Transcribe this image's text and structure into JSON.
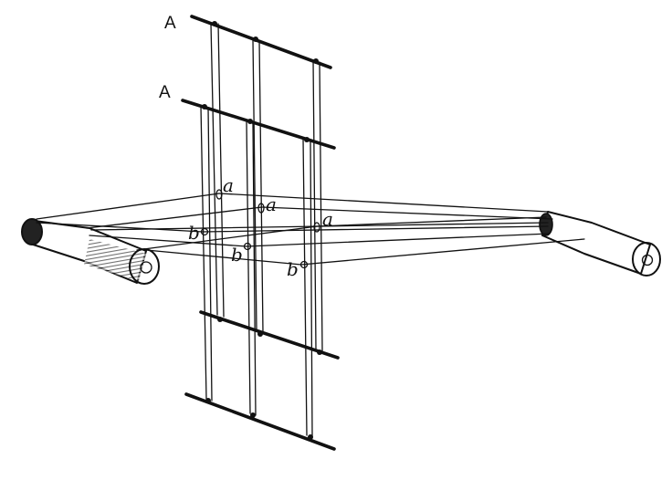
{
  "labels": {
    "harness_front": "A",
    "harness_back": "A",
    "eye_a": "a",
    "eye_b": "b"
  },
  "colors": {
    "ink": "#111111",
    "paper": "#ffffff"
  }
}
